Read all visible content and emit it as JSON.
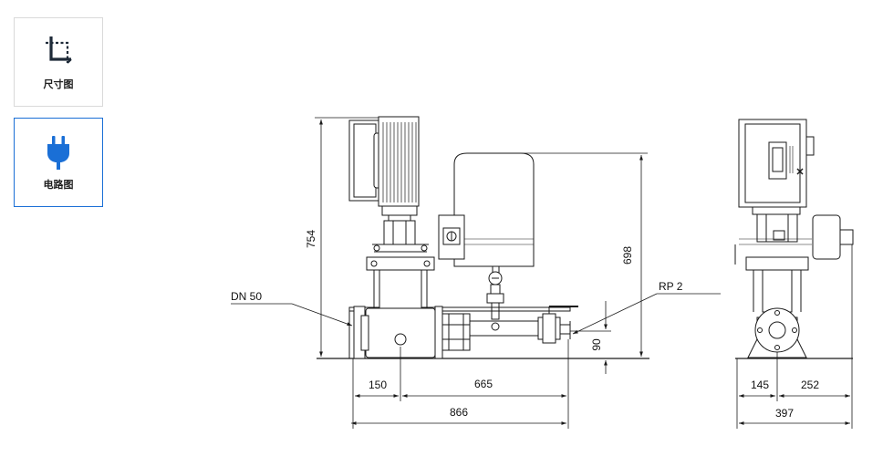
{
  "tabs": [
    {
      "label": "尺寸图",
      "icon": "dimension-icon",
      "selected": false
    },
    {
      "label": "电路图",
      "icon": "plug-icon",
      "selected": true
    }
  ],
  "drawing": {
    "callouts": {
      "inlet": "DN 50",
      "outlet": "RP 2"
    },
    "dimensions": {
      "total_height": "754",
      "tank_height": "698",
      "outlet_height": "90",
      "inlet_offset": "150",
      "manifold_length": "665",
      "total_length": "866",
      "side_left": "145",
      "side_right": "252",
      "side_total": "397"
    }
  },
  "colors": {
    "accent": "#1a6fd6",
    "line": "#1a1a1a"
  }
}
